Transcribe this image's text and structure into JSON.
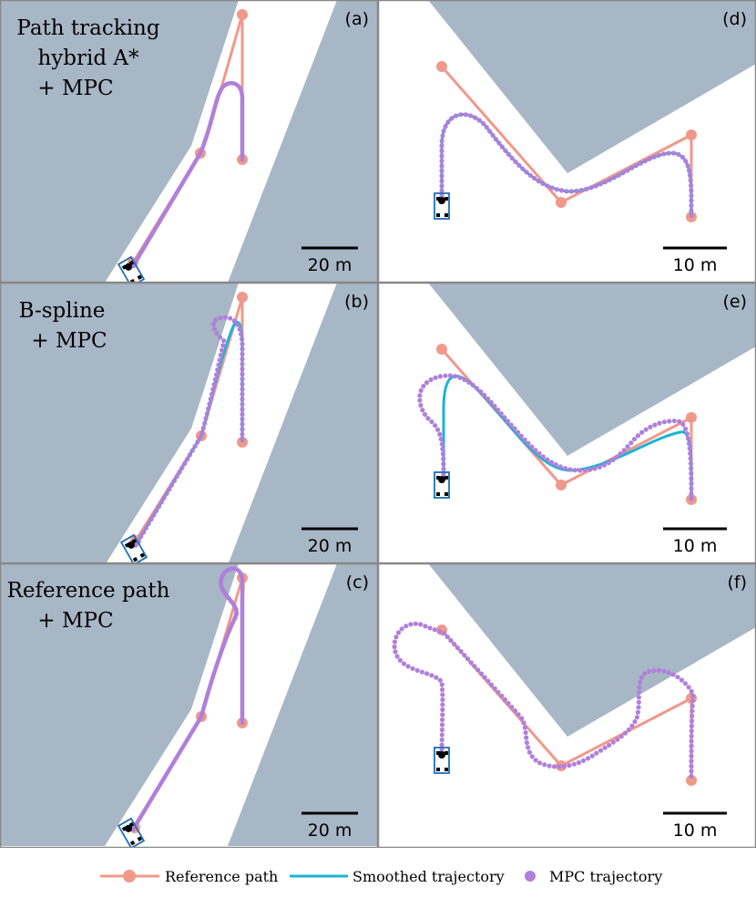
{
  "panels": [
    {
      "label": "(a)",
      "method_lines": [
        "Path tracking",
        "hybrid A*",
        "+ MPC"
      ],
      "scalebar_label": "20 m"
    },
    {
      "label": "(b)",
      "method_lines": [
        "B-spline",
        "+ MPC"
      ],
      "scalebar_label": "20 m"
    },
    {
      "label": "(c)",
      "method_lines": [
        "Reference path",
        "+ MPC"
      ],
      "scalebar_label": "20 m"
    },
    {
      "label": "(d)",
      "method_lines": [],
      "scalebar_label": "10 m"
    },
    {
      "label": "(e)",
      "method_lines": [],
      "scalebar_label": "10 m"
    },
    {
      "label": "(f)",
      "method_lines": [],
      "scalebar_label": "10 m"
    }
  ],
  "legend": {
    "reference_path": "Reference path",
    "smoothed_trajectory": "Smoothed trajectory",
    "mpc_trajectory": "MPC trajectory"
  },
  "colors": {
    "obstacle": "#a8b7c6",
    "reference_path": "#f0998a",
    "smoothed_trajectory": "#19b4d4",
    "mpc_trajectory": "#b07fdb",
    "vehicle": "#1f6fb4",
    "frame": "#888888"
  }
}
